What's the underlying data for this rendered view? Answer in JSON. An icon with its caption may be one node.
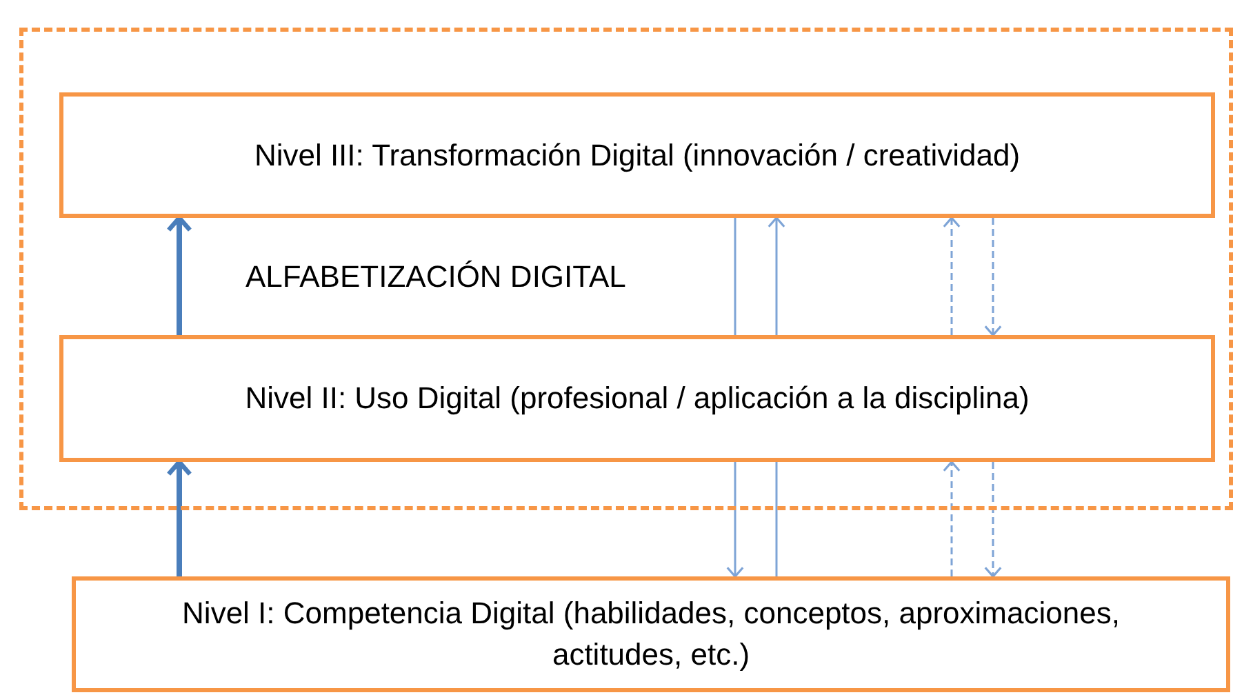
{
  "diagram": {
    "nodes": [
      {
        "text": [
          "ALFABETIZACIÓN DIGITAL"
        ]
      },
      {
        "text": [
          "Nivel III: Transformación Digital (innovación / creatividad)"
        ],
        "in": 0
      },
      {
        "text": [
          "Nivel II: Uso Digital (profesional / aplicación a la disciplina)"
        ],
        "in": 0
      },
      {
        "text": [
          "Nivel I: Competencia Digital (habilidades, conceptos, aproximaciones, actitudes, etc.)"
        ]
      }
    ],
    "edges": [
      {
        "from": 2,
        "to": 1,
        "arrow": "to",
        "style": "thick",
        "color": "#4a7ebb"
      },
      {
        "from": 3,
        "to": 2,
        "arrow": "to",
        "style": "thick",
        "color": "#4a7ebb"
      },
      {
        "from": 1,
        "to": 2,
        "arrow": "none"
      },
      {
        "from": 2,
        "to": 3,
        "arrow": "to"
      },
      {
        "from": 2,
        "to": 1,
        "arrow": "to"
      },
      {
        "from": 2,
        "to": 3,
        "arrow": "none"
      },
      {
        "from": 2,
        "to": 1,
        "arrow": "to",
        "style": "dashed"
      },
      {
        "from": 3,
        "to": 2,
        "arrow": "to",
        "style": "dashed"
      },
      {
        "from": 1,
        "to": 2,
        "arrow": "to",
        "style": "dashed"
      },
      {
        "from": 2,
        "to": 3,
        "arrow": "to",
        "style": "dashed"
      }
    ]
  }
}
